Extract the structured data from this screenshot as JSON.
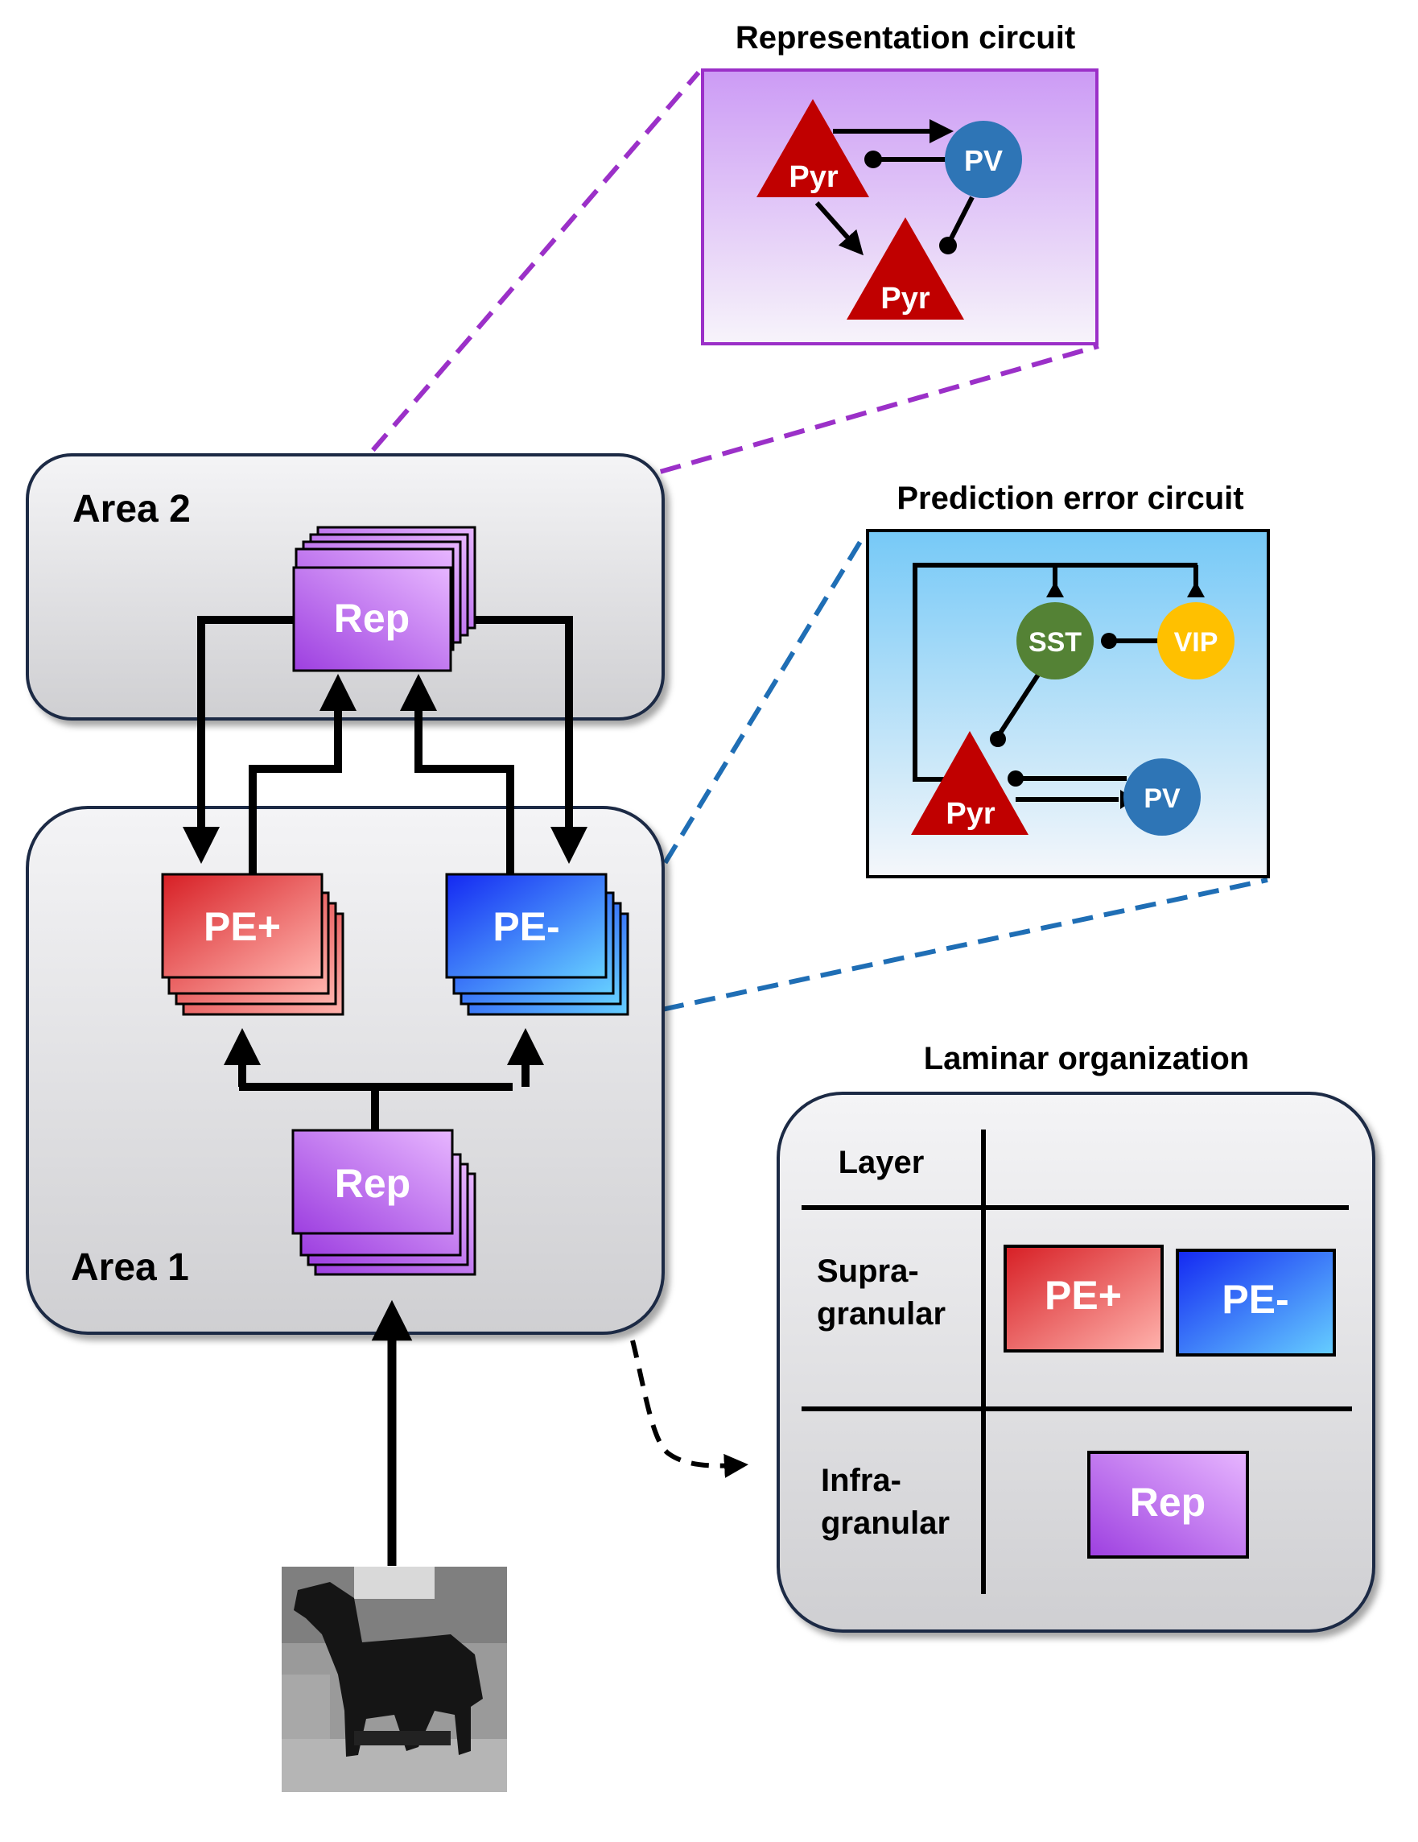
{
  "representation_circuit": {
    "title": "Representation circuit",
    "pyr_top": "Pyr",
    "pyr_bottom": "Pyr",
    "pv": "PV"
  },
  "prediction_error_circuit": {
    "title": "Prediction error circuit",
    "sst": "SST",
    "vip": "VIP",
    "pyr": "Pyr",
    "pv": "PV"
  },
  "area2": {
    "label": "Area 2",
    "rep": "Rep"
  },
  "area1": {
    "label": "Area 1",
    "pe_plus": "PE+",
    "pe_minus": "PE-",
    "rep": "Rep"
  },
  "laminar": {
    "title": "Laminar organization",
    "layer_header": "Layer",
    "supra_1": "Supra-",
    "supra_2": "granular",
    "infra_1": "Infra-",
    "infra_2": "granular",
    "pe_plus": "PE+",
    "pe_minus": "PE-",
    "rep": "Rep"
  },
  "colors": {
    "rep_purple": "#a64ee6",
    "pe_plus_red": "#d9272b",
    "pe_minus_blue": "#1f3ff0",
    "pyr_red": "#c00000",
    "pv_blue": "#2e75b6",
    "sst_green": "#548235",
    "vip_yellow": "#ffc000",
    "purple_dash": "#9b30c8",
    "blue_dash": "#1f6eb5"
  },
  "input_image": "grayscale horse photo"
}
